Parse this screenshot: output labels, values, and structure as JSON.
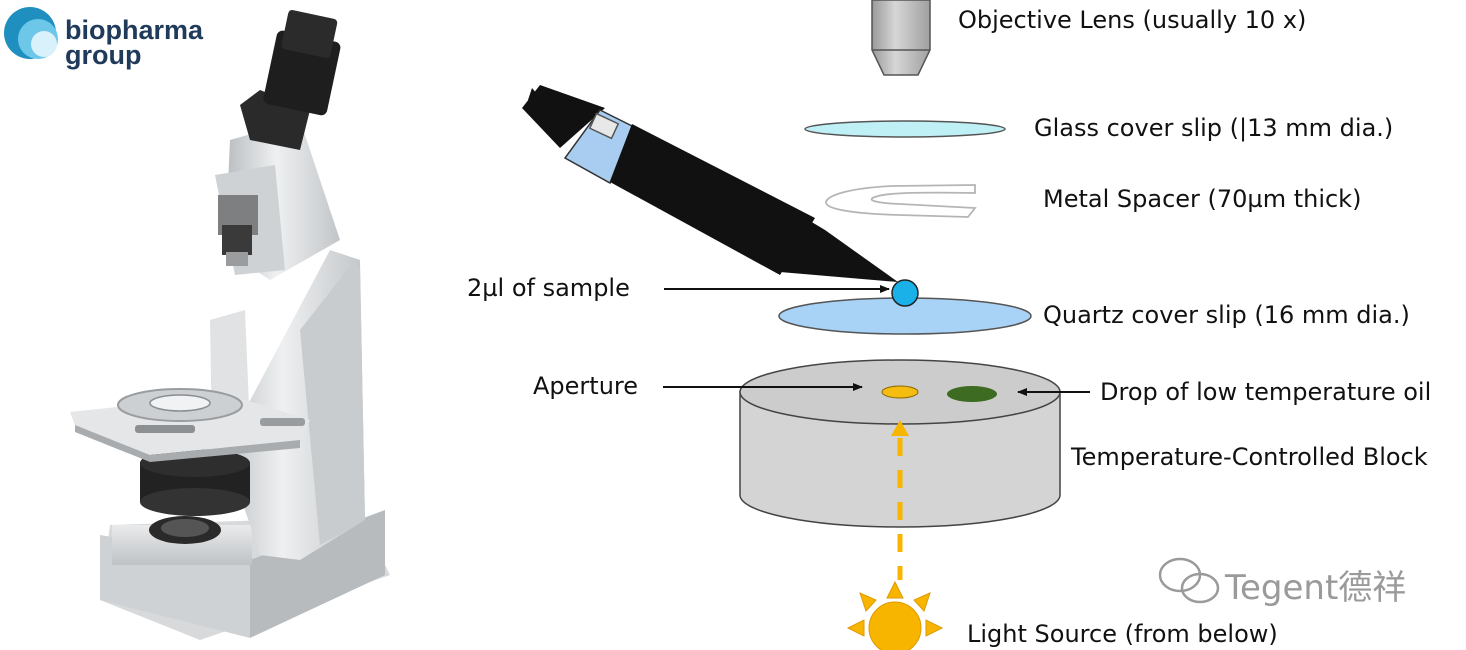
{
  "brand": {
    "line1": "biopharma",
    "line2": "group",
    "logo_color": "#1f8fc0",
    "text_color": "#1f3a5a"
  },
  "labels": {
    "objective": "Objective Lens (usually 10 x)",
    "glass_slip": "Glass cover slip (|13 mm dia.)",
    "spacer": "Metal Spacer (70µm thick)",
    "sample": "2µl of sample",
    "quartz_slip": "Quartz cover slip (16 mm dia.)",
    "aperture": "Aperture",
    "oil": "Drop of low temperature oil",
    "block": "Temperature-Controlled Block",
    "light": "Light Source (from below)"
  },
  "watermark": {
    "text": "Tegent德祥"
  },
  "colors": {
    "glass": "#bff0f6",
    "quartz": "#a9d2f7",
    "sample_drop": "#1ab0e8",
    "aperture": "#f5bd12",
    "oil": "#3d6b22",
    "block": "#d4d4d4",
    "light": "#f7b500",
    "pipette_grip": "#a8cdf0"
  },
  "icons": [
    "microscope-photo",
    "pipette-icon",
    "sun-icon",
    "wechat-icon",
    "logo-swirl-icon"
  ]
}
